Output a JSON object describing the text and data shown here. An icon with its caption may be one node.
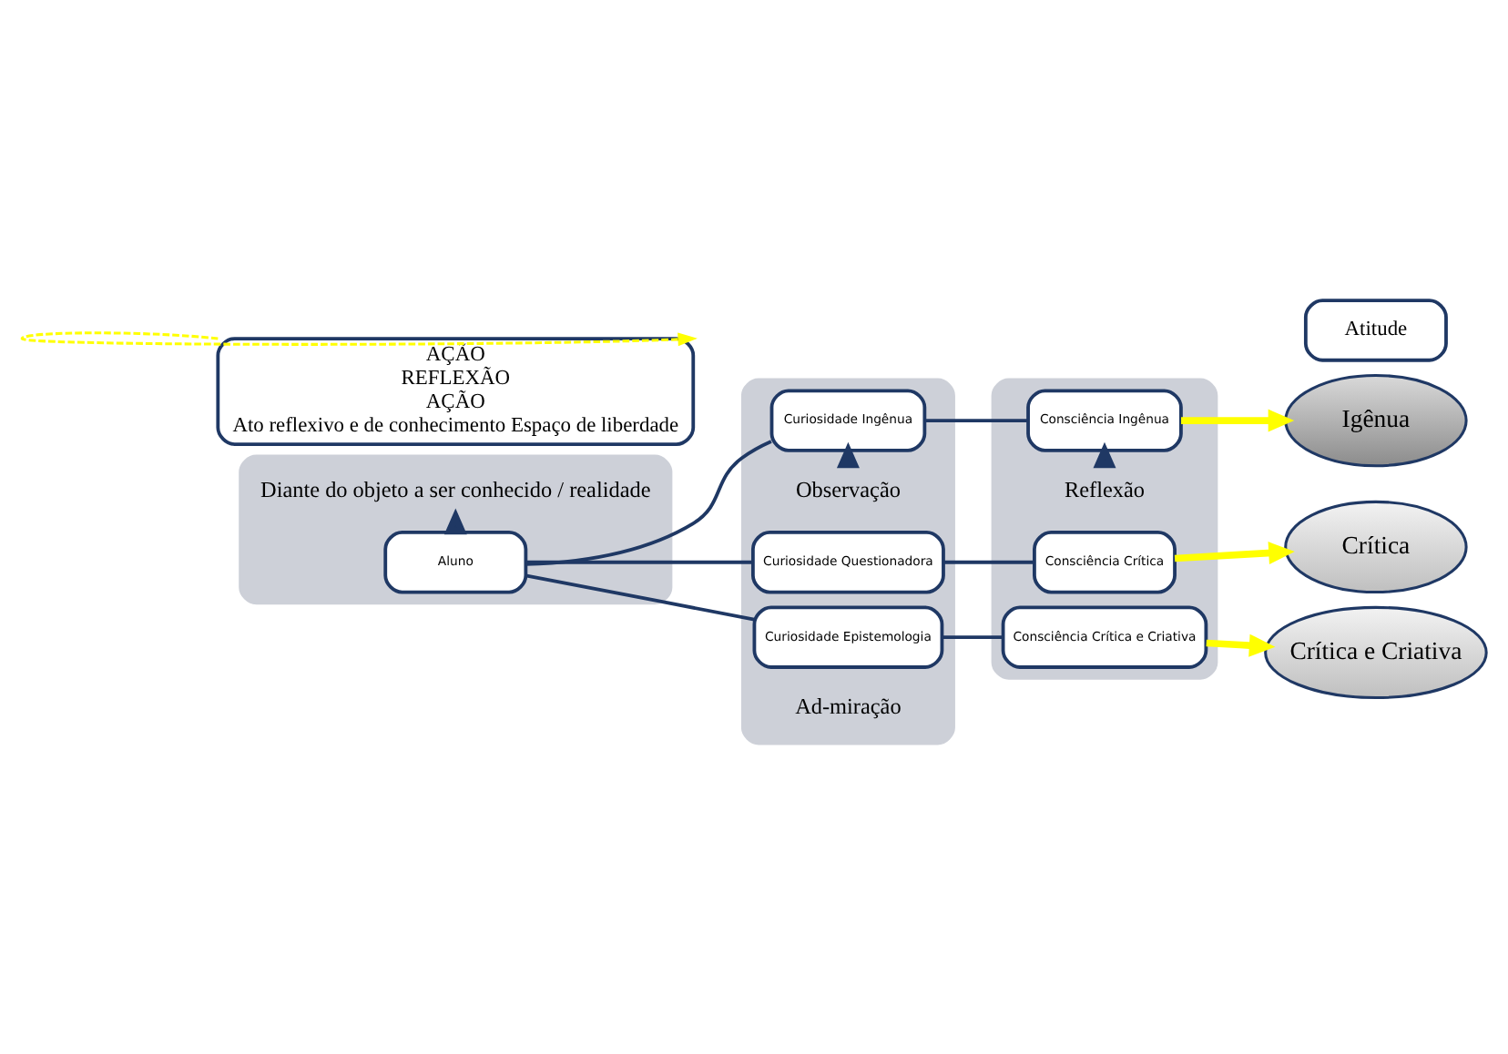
{
  "diagram": {
    "nodes": [
      {
        "text": [],
        "shape": "box"
      },
      {
        "text": [
          "Aluno"
        ],
        "in": 0
      },
      {
        "text": [
          "Diante do objeto a ser conhecido / realidade"
        ],
        "in": 0
      },
      {
        "text": [],
        "shape": "box"
      },
      {
        "text": [
          "Observação"
        ],
        "in": 3
      },
      {
        "text": [
          "Curiosidade Ingênua"
        ],
        "in": 3
      },
      {
        "text": [
          "Curiosidade Questionadora"
        ],
        "in": 3
      },
      {
        "text": [
          "Curiosidade Epistemologia"
        ],
        "in": 3
      },
      {
        "text": [
          "Ad-miração"
        ],
        "in": 3
      },
      {
        "text": [],
        "shape": "box"
      },
      {
        "text": [
          "Reflexão"
        ],
        "in": 9
      },
      {
        "text": [
          "Consciência Ingênua"
        ],
        "in": 9
      },
      {
        "text": [
          "Consciência Crítica"
        ],
        "in": 9
      },
      {
        "text": [
          "Consciência Crítica e Criativa"
        ],
        "in": 9
      },
      {
        "text": [
          "Atitude"
        ]
      },
      {
        "text": [
          "Igênua"
        ]
      },
      {
        "text": [
          "Crítica"
        ]
      },
      {
        "text": [
          "Crítica e Criativa"
        ]
      },
      {
        "text": [
          "AÇÃO",
          "REFLEXÃO",
          "AÇÃO",
          "Ato reflexivo e de conhecimento Espaço de liberdade"
        ]
      }
    ],
    "edges": [
      {
        "from": 1,
        "to": 2,
        "arrow": "to",
        "style": "thick"
      },
      {
        "from": 4,
        "to": 5,
        "arrow": "to",
        "style": "thick"
      },
      {
        "from": 10,
        "to": 11,
        "arrow": "to",
        "style": "thick"
      },
      {
        "from": 1,
        "to": 5,
        "arrow": "none"
      },
      {
        "from": 1,
        "to": 6,
        "arrow": "none"
      },
      {
        "from": 1,
        "to": 7,
        "arrow": "none"
      },
      {
        "from": 5,
        "to": 11,
        "arrow": "none"
      },
      {
        "from": 6,
        "to": 12,
        "arrow": "none"
      },
      {
        "from": 7,
        "to": 13,
        "arrow": "none"
      },
      {
        "from": 11,
        "to": 15,
        "arrow": "to",
        "style": "thick",
        "color": "#ffff00"
      },
      {
        "from": 12,
        "to": 16,
        "arrow": "to",
        "style": "thick",
        "color": "#ffff00"
      },
      {
        "from": 13,
        "to": 17,
        "arrow": "to",
        "style": "thick",
        "color": "#ffff00"
      },
      {
        "from": 18,
        "to": 18,
        "arrow": "to",
        "style": "dashed",
        "color": "#ffff00"
      }
    ]
  }
}
